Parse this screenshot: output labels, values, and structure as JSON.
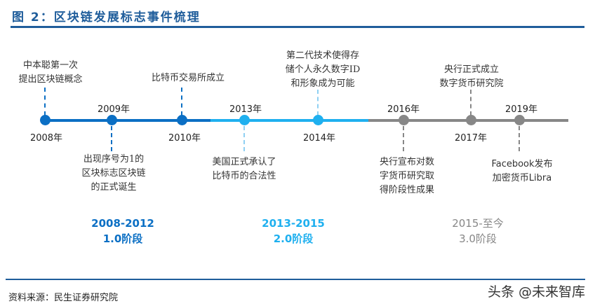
{
  "header": {
    "title": "图 2：区块链发展标志事件梳理"
  },
  "colors": {
    "phase1": "#0b6fc4",
    "phase2": "#1fb0ef",
    "phase3": "#878787",
    "rule": "#1f5d9b"
  },
  "timeline": {
    "events": [
      {
        "year": "2008年",
        "note": [
          "中本聪第一次",
          "提出区块链概念"
        ]
      },
      {
        "year": "2009年",
        "note": [
          "出现序号为1的",
          "区块标志区块链",
          "的正式诞生"
        ]
      },
      {
        "year": "2010年",
        "note": [
          "比特币交易所成立"
        ]
      },
      {
        "year": "2013年",
        "note": [
          "美国正式承认了",
          "比特币的合法性"
        ]
      },
      {
        "year": "2014年",
        "note": [
          "第二代技术使得存",
          "储个人永久数字ID",
          "和形象成为可能"
        ]
      },
      {
        "year": "2016年",
        "note": [
          "央行宣布对数",
          "字货币研究取",
          "得阶段性成果"
        ]
      },
      {
        "year": "2017年",
        "note": [
          "央行正式成立",
          "数字货币研究院"
        ]
      },
      {
        "year": "2019年",
        "note": [
          "Facebook发布",
          "加密货币Libra"
        ]
      }
    ]
  },
  "phases": [
    {
      "range": "2008-2012",
      "label": "1.0阶段"
    },
    {
      "range": "2013-2015",
      "label": "2.0阶段"
    },
    {
      "range": "2015-至今",
      "label": "3.0阶段"
    }
  ],
  "footer": {
    "source": "资料来源：民生证券研究院",
    "watermark": "头条 @未来智库"
  }
}
